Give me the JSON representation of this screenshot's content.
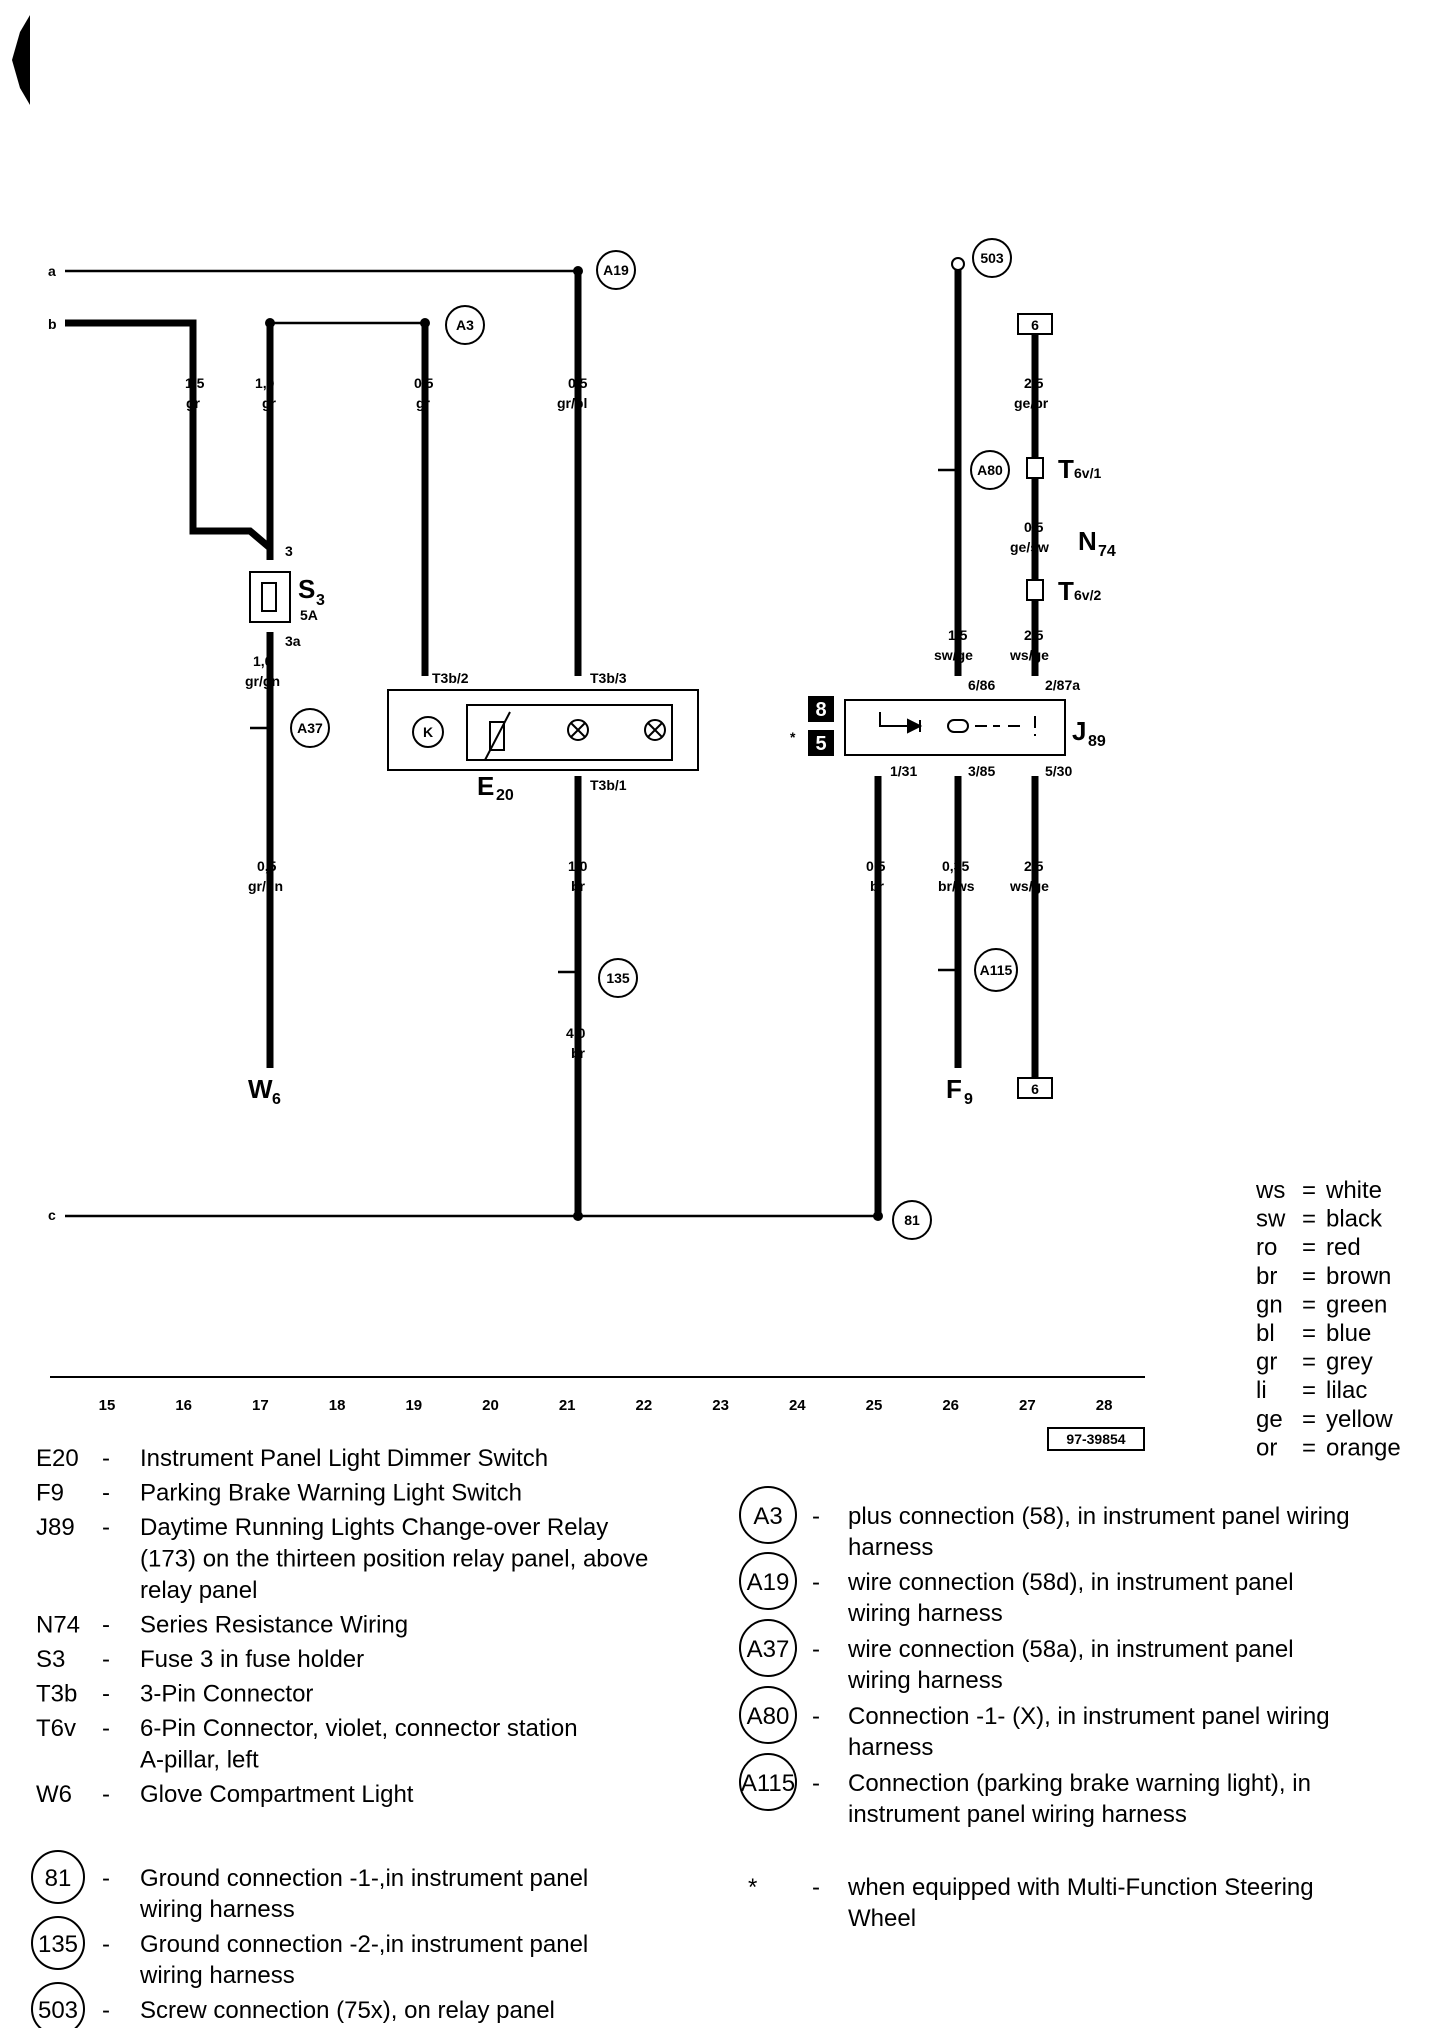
{
  "wires": {
    "a": "a",
    "b": "b",
    "c": "c",
    "w1": [
      "1,5",
      "gr"
    ],
    "w2": [
      "1,0",
      "gr"
    ],
    "w3": [
      "0,5",
      "gr"
    ],
    "w4": [
      "0,5",
      "gr/bl"
    ],
    "w5": [
      "1,0",
      "gr/gn"
    ],
    "w6": [
      "0,5",
      "gr/gn"
    ],
    "w7": [
      "1,0",
      "br"
    ],
    "w8": [
      "4,0",
      "br"
    ],
    "w9": [
      "2,5",
      "ge/br"
    ],
    "w10": [
      "0,5",
      "ge/sw"
    ],
    "w11": [
      "2,5",
      "ws/ge"
    ],
    "w12": [
      "1,5",
      "sw/ge"
    ],
    "w13": [
      "0,5",
      "br"
    ],
    "w14": [
      "0,35",
      "br/ws"
    ],
    "w15": [
      "2,5",
      "ws/ge"
    ]
  },
  "pins": {
    "s3_in": "3",
    "s3_out": "3a",
    "t3b2": "T3b/2",
    "t3b3": "T3b/3",
    "t3b1": "T3b/1",
    "j6_86": "6/86",
    "j2_87a": "2/87a",
    "j1_31": "1/31",
    "j3_85": "3/85",
    "j5_30": "5/30",
    "t6v1": "T",
    "t6v1_sub": "6v/1",
    "t6v2": "T",
    "t6v2_sub": "6v/2"
  },
  "components": {
    "S3": "S",
    "S3_sub": "3",
    "S3_rating": "5A",
    "E20": "E",
    "E20_sub": "20",
    "J89": "J",
    "J89_sub": "89",
    "N74": "N",
    "N74_sub": "74",
    "W6": "W",
    "W6_sub": "6",
    "F9": "F",
    "F9_sub": "9",
    "K": "K",
    "box_top": "6",
    "box_bottom": "6",
    "relay_pos_8": "8",
    "relay_pos_5": "5",
    "relay_star": "*"
  },
  "connectors": {
    "A19": "A19",
    "A3": "A3",
    "A37": "A37",
    "A80": "A80",
    "A115": "A115",
    "c135": "135",
    "c81": "81",
    "c503": "503"
  },
  "axis": {
    "ticks": [
      "15",
      "16",
      "17",
      "18",
      "19",
      "20",
      "21",
      "22",
      "23",
      "24",
      "25",
      "26",
      "27",
      "28"
    ],
    "ref": "97-39854"
  },
  "colors": [
    {
      "code": "ws",
      "name": "white"
    },
    {
      "code": "sw",
      "name": "black"
    },
    {
      "code": "ro",
      "name": "red"
    },
    {
      "code": "br",
      "name": "brown"
    },
    {
      "code": "gn",
      "name": "green"
    },
    {
      "code": "bl",
      "name": "blue"
    },
    {
      "code": "gr",
      "name": "grey"
    },
    {
      "code": "li",
      "name": "lilac"
    },
    {
      "code": "ge",
      "name": "yellow"
    },
    {
      "code": "or",
      "name": "orange"
    }
  ],
  "legend_left": [
    {
      "id": "E20",
      "text": [
        "Instrument Panel Light Dimmer Switch"
      ]
    },
    {
      "id": "F9",
      "text": [
        "Parking Brake Warning Light Switch"
      ]
    },
    {
      "id": "J89",
      "text": [
        "Daytime Running Lights Change-over Relay",
        "(173) on the thirteen position relay panel, above",
        "relay panel"
      ]
    },
    {
      "id": "N74",
      "text": [
        "Series Resistance Wiring"
      ]
    },
    {
      "id": "S3",
      "text": [
        "Fuse 3 in fuse holder"
      ]
    },
    {
      "id": "T3b",
      "text": [
        "3-Pin Connector"
      ]
    },
    {
      "id": "T6v",
      "text": [
        "6-Pin Connector, violet, connector station",
        "A-pillar, left"
      ]
    },
    {
      "id": "W6",
      "text": [
        "Glove Compartment Light"
      ]
    }
  ],
  "legend_left_circ": [
    {
      "id": "81",
      "text": [
        "Ground connection -1-,in instrument panel",
        "wiring harness"
      ]
    },
    {
      "id": "135",
      "text": [
        "Ground connection -2-,in instrument panel",
        "wiring harness"
      ]
    },
    {
      "id": "503",
      "text": [
        "Screw connection (75x), on relay panel"
      ]
    }
  ],
  "legend_right": [
    {
      "id": "A3",
      "text": [
        "plus connection (58), in instrument panel wiring",
        "harness"
      ]
    },
    {
      "id": "A19",
      "text": [
        "wire connection (58d), in instrument panel",
        "wiring harness"
      ]
    },
    {
      "id": "A37",
      "text": [
        "wire connection (58a), in instrument panel",
        "wiring harness"
      ]
    },
    {
      "id": "A80",
      "text": [
        "Connection -1- (X), in instrument panel wiring",
        "harness"
      ]
    },
    {
      "id": "A115",
      "text": [
        "Connection (parking brake warning light), in",
        "instrument panel wiring harness"
      ]
    }
  ],
  "legend_star": {
    "id": "*",
    "text": [
      "when equipped with Multi-Function Steering",
      "Wheel"
    ]
  },
  "dash": "-"
}
